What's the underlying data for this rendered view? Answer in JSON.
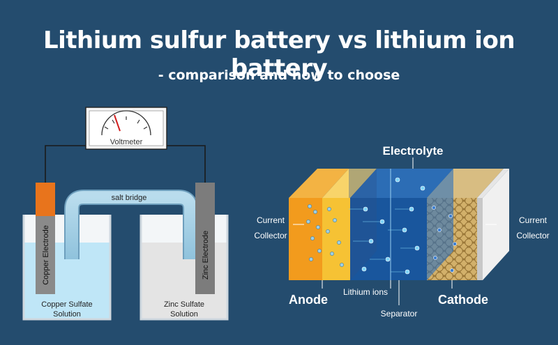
{
  "header": {
    "title": "Lithium sulfur battery vs lithium ion battery",
    "subtitle": "- comparison and how to choose"
  },
  "galvanic_cell": {
    "voltmeter": "Voltmeter",
    "salt_bridge": "salt bridge",
    "copper_electrode": "Copper Electrode",
    "zinc_electrode": "Zinc Electrode",
    "copper_solution_line1": "Copper Sulfate",
    "copper_solution_line2": "Solution",
    "zinc_solution_line1": "Zinc Sulfate",
    "zinc_solution_line2": "Solution"
  },
  "li_ion_cell": {
    "electrolyte": "Electrolyte",
    "current_collector_left_line1": "Current",
    "current_collector_left_line2": "Collector",
    "current_collector_right_line1": "Current",
    "current_collector_right_line2": "Collector",
    "anode": "Anode",
    "lithium_ions": "Lithium ions",
    "separator": "Separator",
    "cathode": "Cathode"
  },
  "colors": {
    "background": "#244c6e",
    "copper": "#e8741c",
    "zinc": "#7c7c7c",
    "copper_solution": "#bfe6f7",
    "zinc_solution": "#e7e7e7",
    "anode_orange": "#f29b1d",
    "anode_yellow": "#f6c234",
    "electrolyte_blue": "#1c5ea8",
    "cathode_hex": "#c9a55a"
  }
}
